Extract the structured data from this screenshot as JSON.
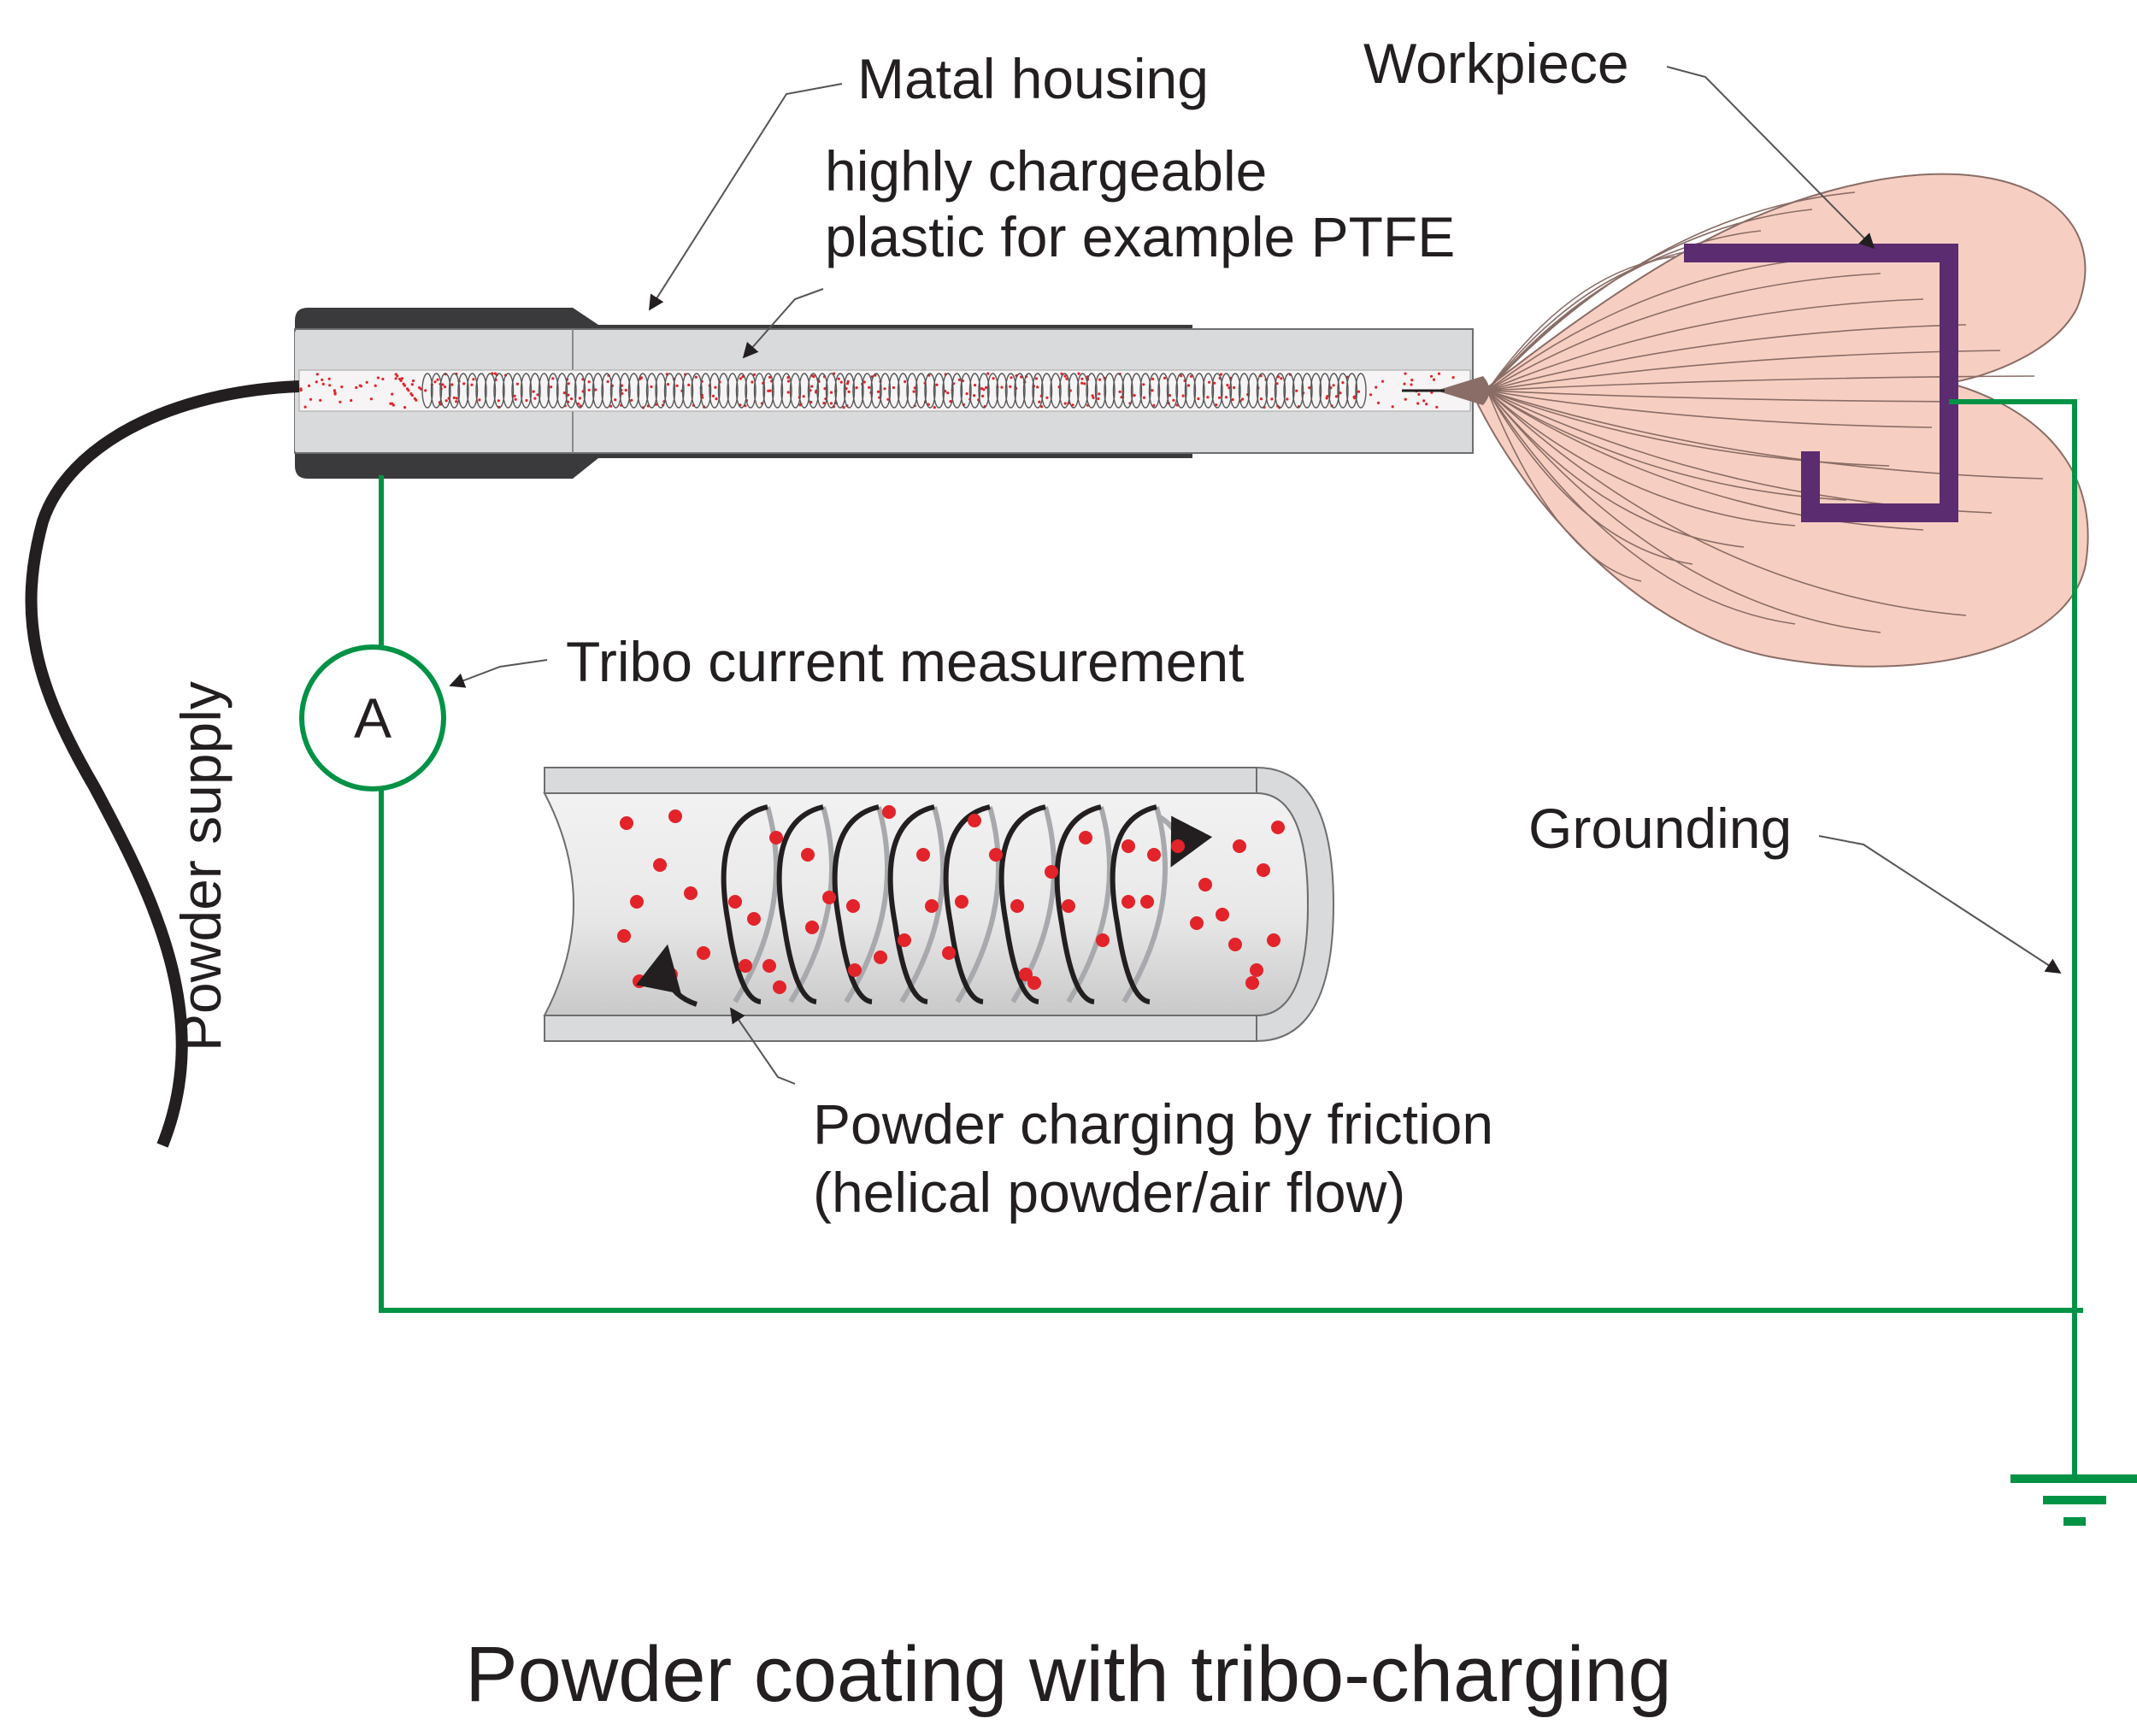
{
  "labels": {
    "metal_housing": "Matal housing",
    "plastic_line1": "highly chargeable",
    "plastic_line2": "plastic for example PTFE",
    "workpiece": "Workpiece",
    "tribo_current": "Tribo current measurement",
    "ammeter": "A",
    "powder_supply": "Powder supply",
    "grounding": "Grounding",
    "friction_line1": "Powder charging by friction",
    "friction_line2": "(helical powder/air flow)",
    "title": "Powder coating with tribo-charging"
  },
  "colors": {
    "housing": "#3a3a3c",
    "tube": "#d9dadb",
    "workpiece": "#5b2c6f",
    "field": "#f7cfc2",
    "ground_wire": "#009245",
    "particles": "#e2232a",
    "hose": "#231f20"
  },
  "icons": {
    "ammeter": "ammeter-icon",
    "ground": "ground-symbol-icon"
  }
}
